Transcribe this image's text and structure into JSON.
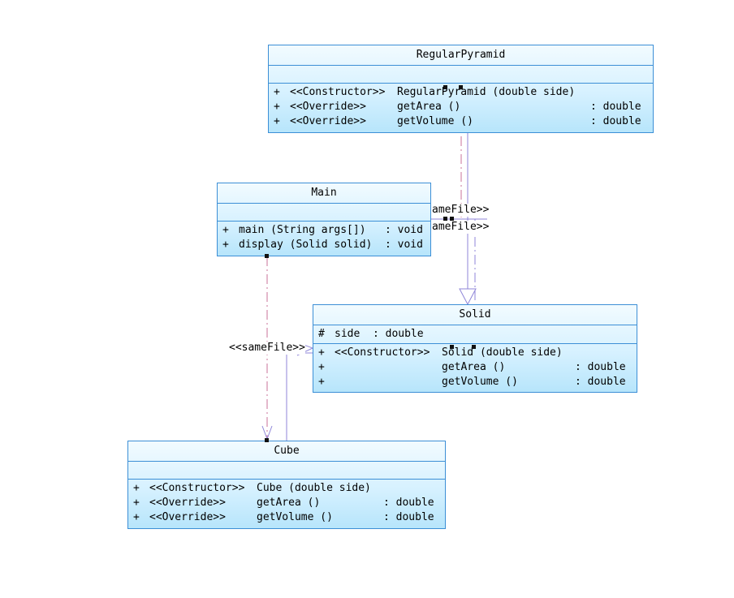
{
  "colors": {
    "border": "#3c8fd6",
    "fill_top": "#f2fbff",
    "fill_bottom": "#b7e5fb",
    "dependency_line": "#c9709a",
    "realization_line": "#8f86d8"
  },
  "classes": {
    "regular_pyramid": {
      "name": "RegularPyramid",
      "attributes": [],
      "operations": [
        {
          "vis": "+",
          "stereo": "<<Constructor>>",
          "sig": "RegularPyramid (double side)",
          "ret": ""
        },
        {
          "vis": "+",
          "stereo": "<<Override>>",
          "sig": "getArea ()",
          "ret": ": double"
        },
        {
          "vis": "+",
          "stereo": "<<Override>>",
          "sig": "getVolume ()",
          "ret": ": double"
        }
      ]
    },
    "main": {
      "name": "Main",
      "attributes": [],
      "operations": [
        {
          "vis": "+",
          "stereo": "",
          "sig": "main (String args[])",
          "ret": ": void"
        },
        {
          "vis": "+",
          "stereo": "",
          "sig": "display (Solid solid)",
          "ret": ": void"
        }
      ]
    },
    "solid": {
      "name": "Solid",
      "attributes": [
        {
          "vis": "#",
          "text": "side  : double"
        }
      ],
      "operations": [
        {
          "vis": "+",
          "stereo": "<<Constructor>>",
          "sig": "Solid (double side)",
          "ret": ""
        },
        {
          "vis": "+",
          "stereo": "",
          "sig": "getArea ()",
          "ret": ": double"
        },
        {
          "vis": "+",
          "stereo": "",
          "sig": "getVolume ()",
          "ret": ": double"
        }
      ]
    },
    "cube": {
      "name": "Cube",
      "attributes": [],
      "operations": [
        {
          "vis": "+",
          "stereo": "<<Constructor>>",
          "sig": "Cube (double side)",
          "ret": ""
        },
        {
          "vis": "+",
          "stereo": "<<Override>>",
          "sig": "getArea ()",
          "ret": ": double"
        },
        {
          "vis": "+",
          "stereo": "<<Override>>",
          "sig": "getVolume ()",
          "ret": ": double"
        }
      ]
    }
  },
  "connector_labels": {
    "main_to_solid_a": "ameFile>>",
    "main_to_solid_b": "ameFile>>",
    "main_to_cube": "<<sameFile>>"
  }
}
